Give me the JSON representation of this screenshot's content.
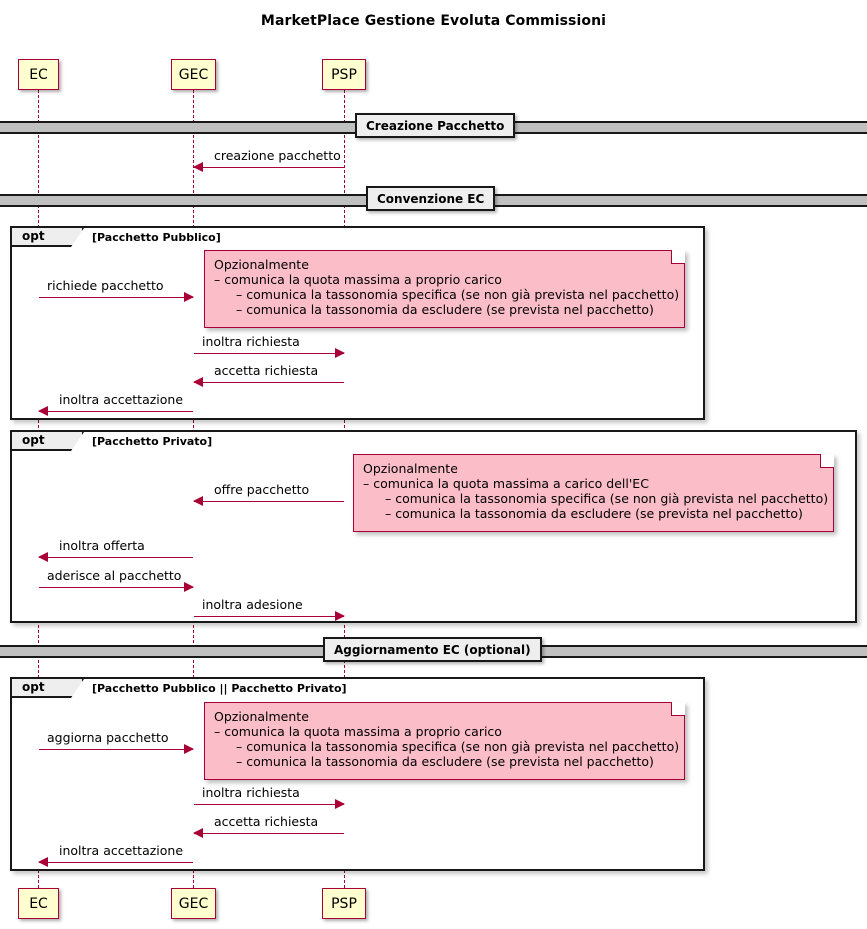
{
  "title": "MarketPlace Gestione Evoluta Commissioni",
  "colors": {
    "participant_fill": "#FEFECE",
    "participant_border": "#A80036",
    "arrow": "#A80036",
    "note_fill": "#FBBDC8",
    "note_border": "#A80036",
    "frame_border": "#181818",
    "divider_fill": "#C0C0C0",
    "label_fill": "#EEEEEE",
    "background": "#FFFFFF"
  },
  "participants": [
    {
      "id": "EC",
      "label": "EC"
    },
    {
      "id": "GEC",
      "label": "GEC"
    },
    {
      "id": "PSP",
      "label": "PSP"
    }
  ],
  "dividers": [
    {
      "label": "Creazione Pacchetto"
    },
    {
      "label": "Convenzione EC"
    },
    {
      "label": "Aggiornamento EC (optional)"
    }
  ],
  "fragments": [
    {
      "keyword": "opt",
      "condition": "[Pacchetto Pubblico]"
    },
    {
      "keyword": "opt",
      "condition": "[Pacchetto Privato]"
    },
    {
      "keyword": "opt",
      "condition": "[Pacchetto Pubblico || Pacchetto Privato]"
    }
  ],
  "messages": [
    {
      "label": "creazione pacchetto",
      "from": "PSP",
      "to": "GEC"
    },
    {
      "label": "richiede pacchetto",
      "from": "EC",
      "to": "GEC"
    },
    {
      "label": "inoltra richiesta",
      "from": "GEC",
      "to": "PSP"
    },
    {
      "label": "accetta richiesta",
      "from": "PSP",
      "to": "GEC"
    },
    {
      "label": "inoltra accettazione",
      "from": "GEC",
      "to": "EC"
    },
    {
      "label": "offre pacchetto",
      "from": "PSP",
      "to": "GEC"
    },
    {
      "label": "inoltra offerta",
      "from": "GEC",
      "to": "EC"
    },
    {
      "label": "aderisce al pacchetto",
      "from": "EC",
      "to": "GEC"
    },
    {
      "label": "inoltra adesione",
      "from": "GEC",
      "to": "PSP"
    },
    {
      "label": "aggiorna pacchetto",
      "from": "EC",
      "to": "GEC"
    },
    {
      "label": "inoltra richiesta2",
      "from": "GEC",
      "to": "PSP"
    },
    {
      "label": "accetta richiesta2",
      "from": "PSP",
      "to": "GEC"
    },
    {
      "label": "inoltra accettazione2",
      "from": "GEC",
      "to": "EC"
    }
  ],
  "msg_labels": {
    "creazione_pacchetto": "creazione pacchetto",
    "richiede_pacchetto": "richiede pacchetto",
    "inoltra_richiesta_1": "inoltra richiesta",
    "accetta_richiesta_1": "accetta richiesta",
    "inoltra_accettazione_1": "inoltra accettazione",
    "offre_pacchetto": "offre pacchetto",
    "inoltra_offerta": "inoltra offerta",
    "aderisce_al_pacchetto": "aderisce al pacchetto",
    "inoltra_adesione": "inoltra adesione",
    "aggiorna_pacchetto": "aggiorna pacchetto",
    "inoltra_richiesta_2": "inoltra richiesta",
    "accetta_richiesta_2": "accetta richiesta",
    "inoltra_accettazione_2": "inoltra accettazione"
  },
  "notes": {
    "note1": {
      "line1": "Opzionalmente",
      "line2": "– comunica la quota massima a proprio carico",
      "line3": "– comunica la tassonomia specifica (se non già prevista nel pacchetto)",
      "line4": "– comunica la tassonomia da escludere (se prevista nel pacchetto)"
    },
    "note2": {
      "line1": "Opzionalmente",
      "line2": "– comunica la quota massima a carico dell'EC",
      "line3": "– comunica la tassonomia specifica (se non già prevista nel pacchetto)",
      "line4": "– comunica la tassonomia da escludere (se prevista nel pacchetto)"
    },
    "note3": {
      "line1": "Opzionalmente",
      "line2": "– comunica la quota massima a proprio carico",
      "line3": "– comunica la tassonomia specifica (se non già prevista nel pacchetto)",
      "line4": "– comunica la tassonomia da escludere (se prevista nel pacchetto)"
    }
  }
}
